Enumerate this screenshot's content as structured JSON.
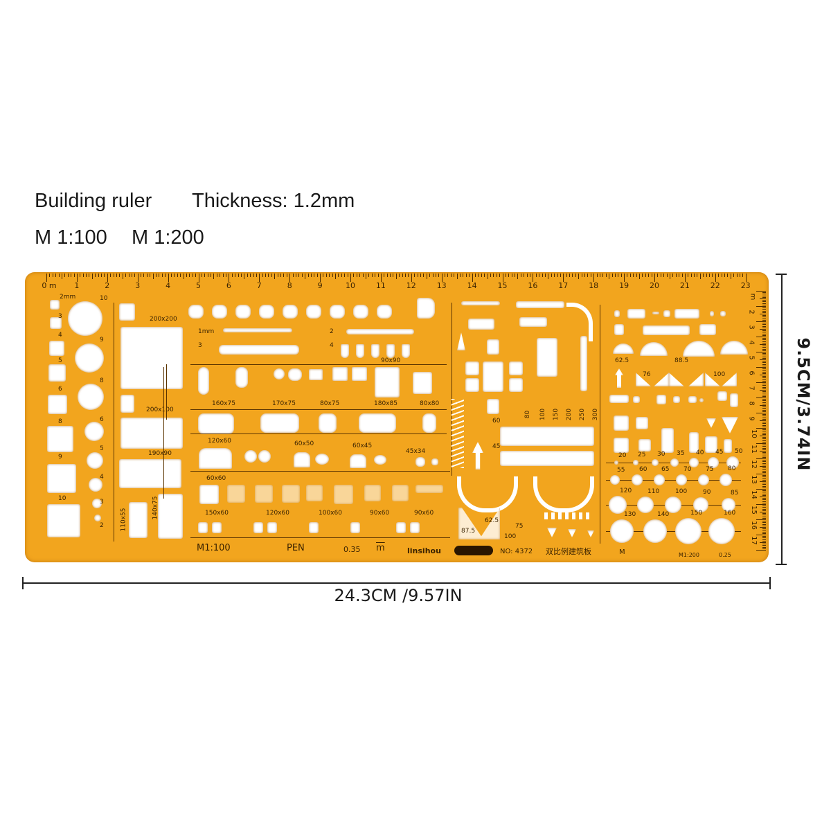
{
  "header": {
    "line1_left": "Building ruler",
    "line1_right": "Thickness: 1.2mm",
    "line2_left": "M 1:100",
    "line2_right": "M 1:200"
  },
  "dimensions": {
    "height": "9.5CM/3.74IN",
    "width": "24.3CM /9.57IN"
  },
  "ruler": {
    "plate_color": "#f2a51e",
    "top_scale": [
      "0 m",
      "1",
      "2",
      "3",
      "4",
      "5",
      "6",
      "7",
      "8",
      "9",
      "10",
      "11",
      "12",
      "13",
      "14",
      "15",
      "16",
      "17",
      "18",
      "19",
      "20",
      "21",
      "22",
      "23"
    ],
    "right_scale": [
      "m",
      "2",
      "3",
      "4",
      "5",
      "6",
      "7",
      "8",
      "9",
      "10",
      "11",
      "12",
      "13",
      "14",
      "15",
      "16",
      "17"
    ],
    "bottom_text": {
      "scale_left": "M1:100",
      "pen": "PEN",
      "pen_size": "0.35",
      "pen_unit": "m",
      "brand": "linsihou",
      "model": "NO: 4372",
      "chinese_name": "双比例建筑板",
      "m_label": "M",
      "scale_right": "M1:200",
      "pen_size_right": "0.25"
    },
    "labels": {
      "mm2": "2mm",
      "left_square_sizes": [
        "3",
        "4",
        "5",
        "6",
        "8",
        "9",
        "10"
      ],
      "left_circle_sizes": [
        "10",
        "9",
        "8",
        "6",
        "5",
        "4",
        "3",
        "2"
      ],
      "bed_200x200": "200x200",
      "bed_200x100": "200x100",
      "bed_190x90": "190x90",
      "bed_110x55": "110x55",
      "bed_140x75": "140x75",
      "wall_1mm": "1mm",
      "wall_2": "2",
      "wall_3": "3",
      "wall_4": "4",
      "shower_90x90": "90x90",
      "bath_160x75": "160x75",
      "bath_170x75": "170x75",
      "bath_80x75": "80x75",
      "bath_180x85": "180x85",
      "bath_80x80": "80x80",
      "sink_120x60": "120x60",
      "sink_60x50": "60x50",
      "sink_60x45": "60x45",
      "sink_45x34": "45x34",
      "stove_60x60": "60x60",
      "kitchen_150x60": "150x60",
      "kitchen_120x60": "120x60",
      "kitchen_100x60": "100x60",
      "kitchen_90x60_a": "90x60",
      "kitchen_90x60_b": "90x60",
      "stair_widths": [
        "60",
        "80",
        "100",
        "150",
        "200",
        "250",
        "300"
      ],
      "stair_45": "45",
      "door_62_5": "62.5",
      "door_87_5": "87.5",
      "door_75": "75",
      "door_100": "100",
      "arc_62_5": "62.5",
      "arc_88_5": "88.5",
      "tri_76": "76",
      "tri_100": "100",
      "circle_row1": [
        "20",
        "25",
        "30",
        "35",
        "40",
        "45",
        "50"
      ],
      "circle_row2": [
        "55",
        "60",
        "65",
        "70",
        "75",
        "80"
      ],
      "circle_row3": [
        "120",
        "110",
        "100",
        "90",
        "85"
      ],
      "circle_row4": [
        "130",
        "140",
        "150",
        "160"
      ]
    }
  }
}
